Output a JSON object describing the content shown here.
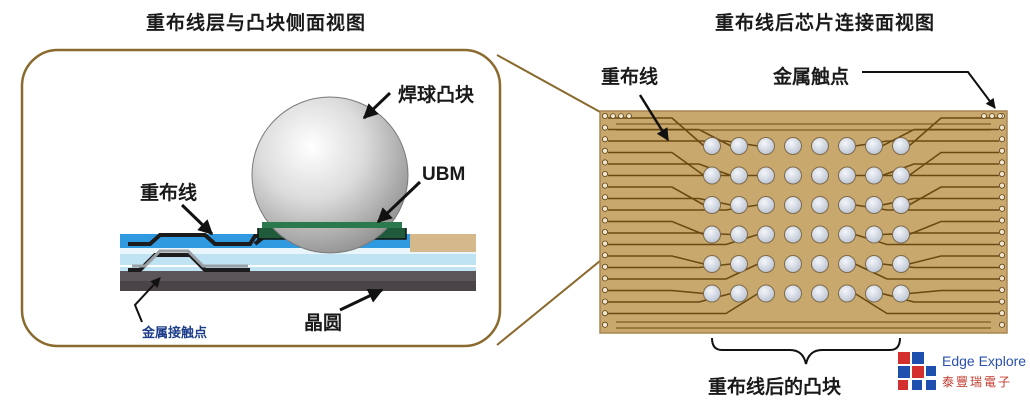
{
  "left_panel": {
    "title": "重布线层与凸块侧面视图",
    "labels": {
      "solder_bump": "焊球凸块",
      "ubm": "UBM",
      "redistribution": "重布线",
      "wafer": "晶圆",
      "metal_contact": "金属接触点"
    }
  },
  "right_panel": {
    "title": "重布线后芯片连接面视图",
    "labels": {
      "redistribution": "重布线",
      "metal_contact": "金属触点",
      "bumps": "重布线后的凸块"
    }
  },
  "logo": {
    "name": "Edge Explore",
    "name_part1": "Edg",
    "name_part2": "e Explore",
    "chinese": "泰豐瑞電子"
  },
  "colors": {
    "frame": "#8a6a2e",
    "chip": "#c9a86e",
    "trace": "#6b4a12",
    "bump": "#d4dbe6",
    "ubm": "#1f5a3a",
    "passivation": "#3ba0e0"
  }
}
